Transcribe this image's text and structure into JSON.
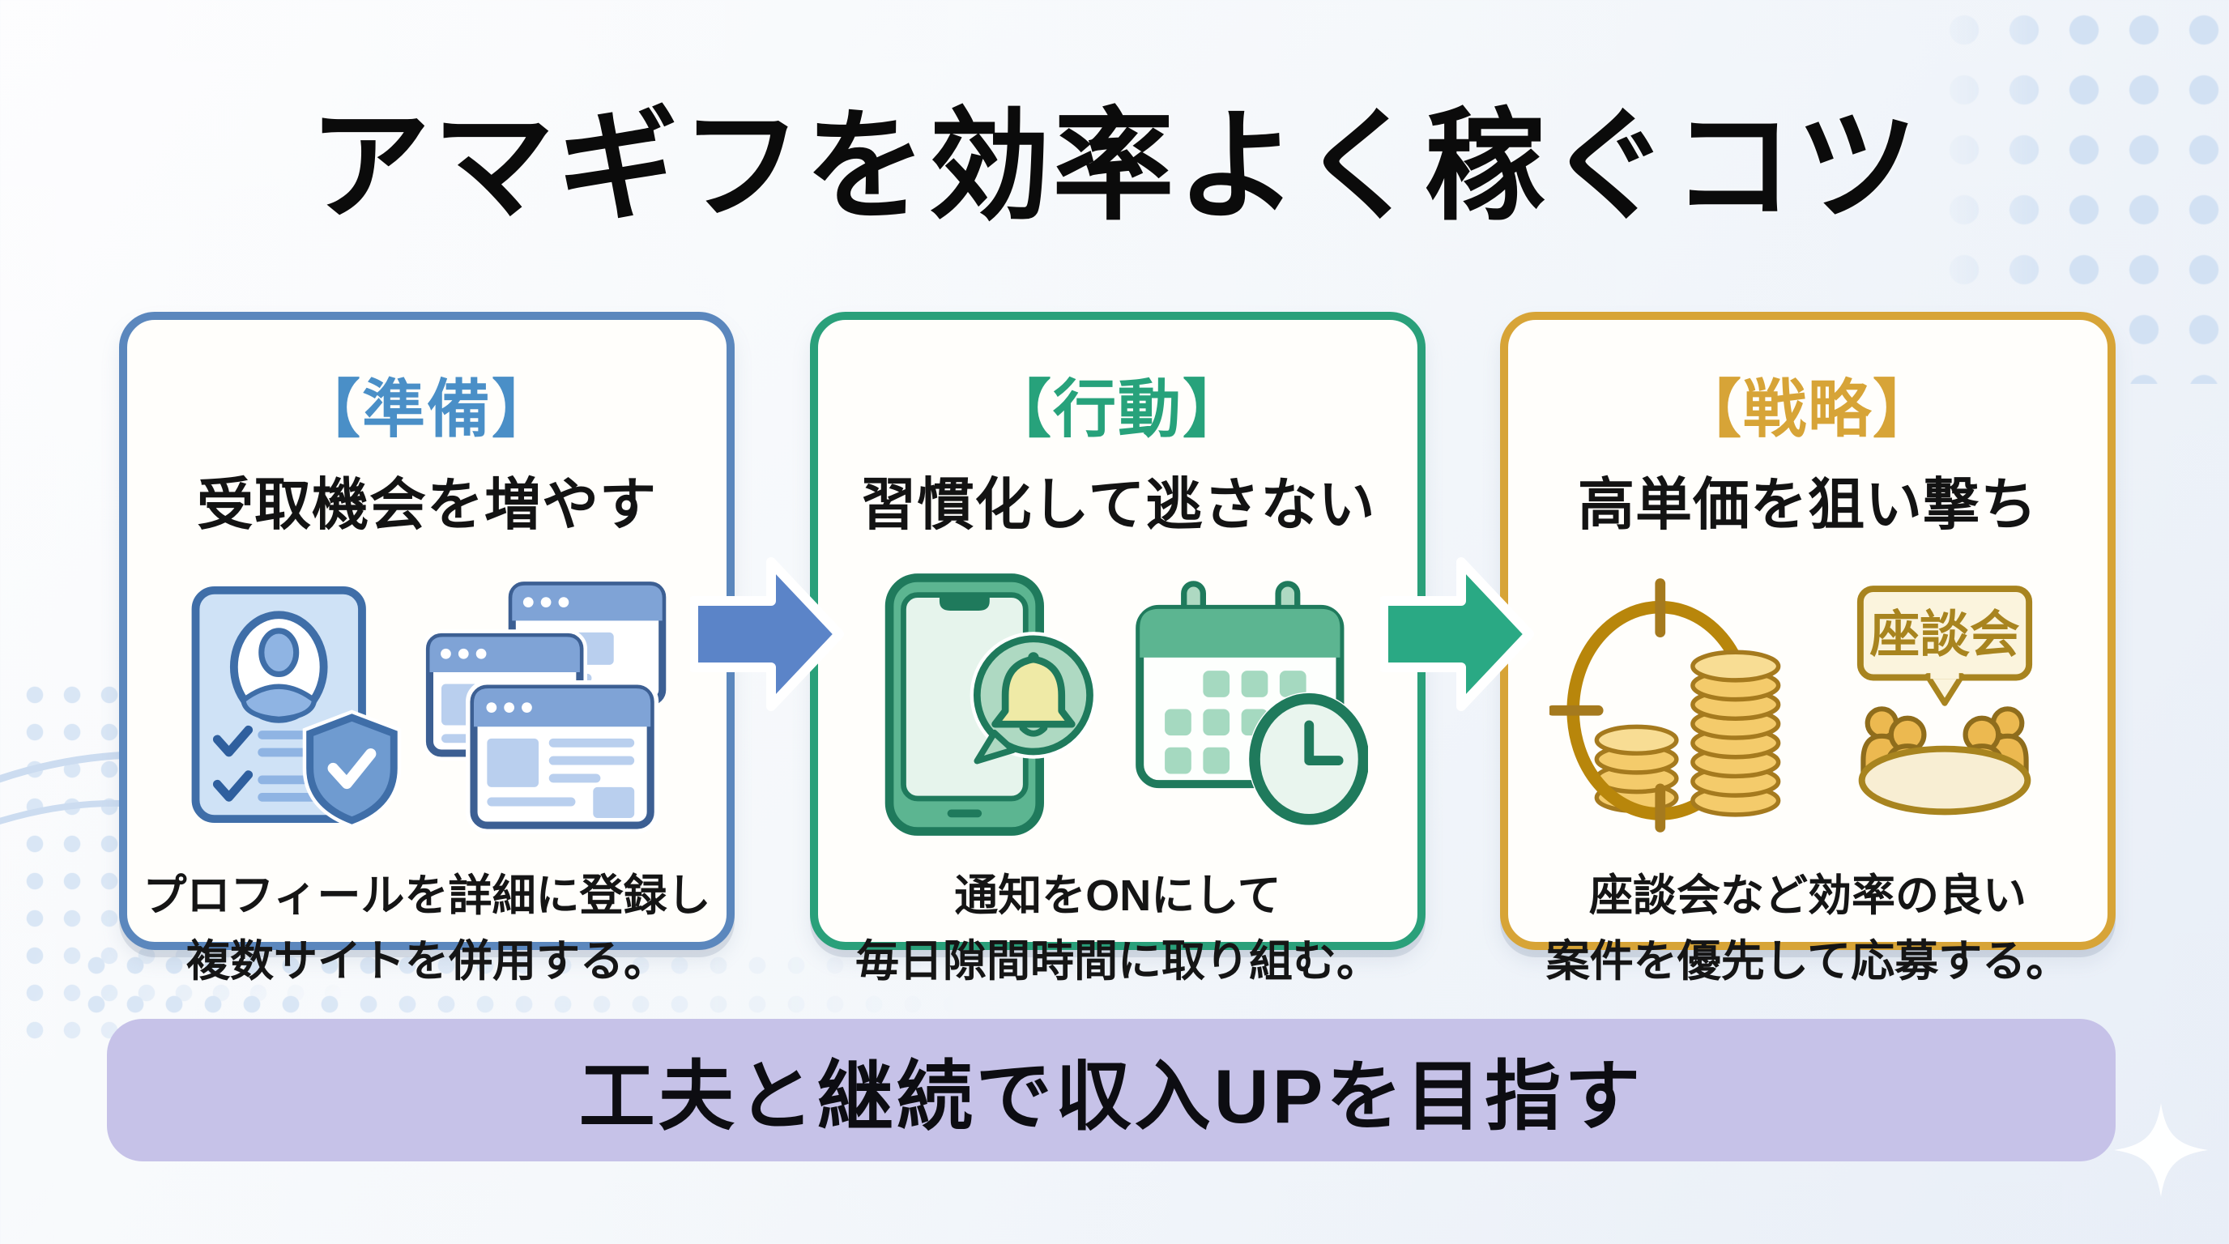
{
  "title": "アマギフを効率よく稼ぐコツ",
  "cards": [
    {
      "tag": "【準備】",
      "heading": "受取機会を増やす",
      "body_line1": "プロフィールを詳細に登録し",
      "body_line2": "複数サイトを併用する。",
      "accent_color": "#4a8fc7",
      "border_color": "#5b87bd",
      "icons": [
        "profile-card-icon",
        "browser-windows-icon"
      ]
    },
    {
      "tag": "【行動】",
      "heading": "習慣化して逃さない",
      "body_line1": "通知をONにして",
      "body_line2": "毎日隙間時間に取り組む。",
      "accent_color": "#27a27b",
      "border_color": "#2aa07a",
      "icons": [
        "smartphone-notification-icon",
        "calendar-clock-icon"
      ]
    },
    {
      "tag": "【戦略】",
      "heading": "高単価を狙い撃ち",
      "body_line1": "座談会など効率の良い",
      "body_line2": "案件を優先して応募する。",
      "accent_color": "#d7a437",
      "border_color": "#d7a437",
      "bubble_label": "座談会",
      "icons": [
        "coins-target-icon",
        "roundtable-icon"
      ]
    }
  ],
  "arrows": [
    {
      "direction": "right",
      "color": "#5b84c8"
    },
    {
      "direction": "right",
      "color": "#2aa984"
    }
  ],
  "banner": {
    "text": "工夫と継続で収入UPを目指す",
    "bg_color": "#c6c2e8"
  }
}
